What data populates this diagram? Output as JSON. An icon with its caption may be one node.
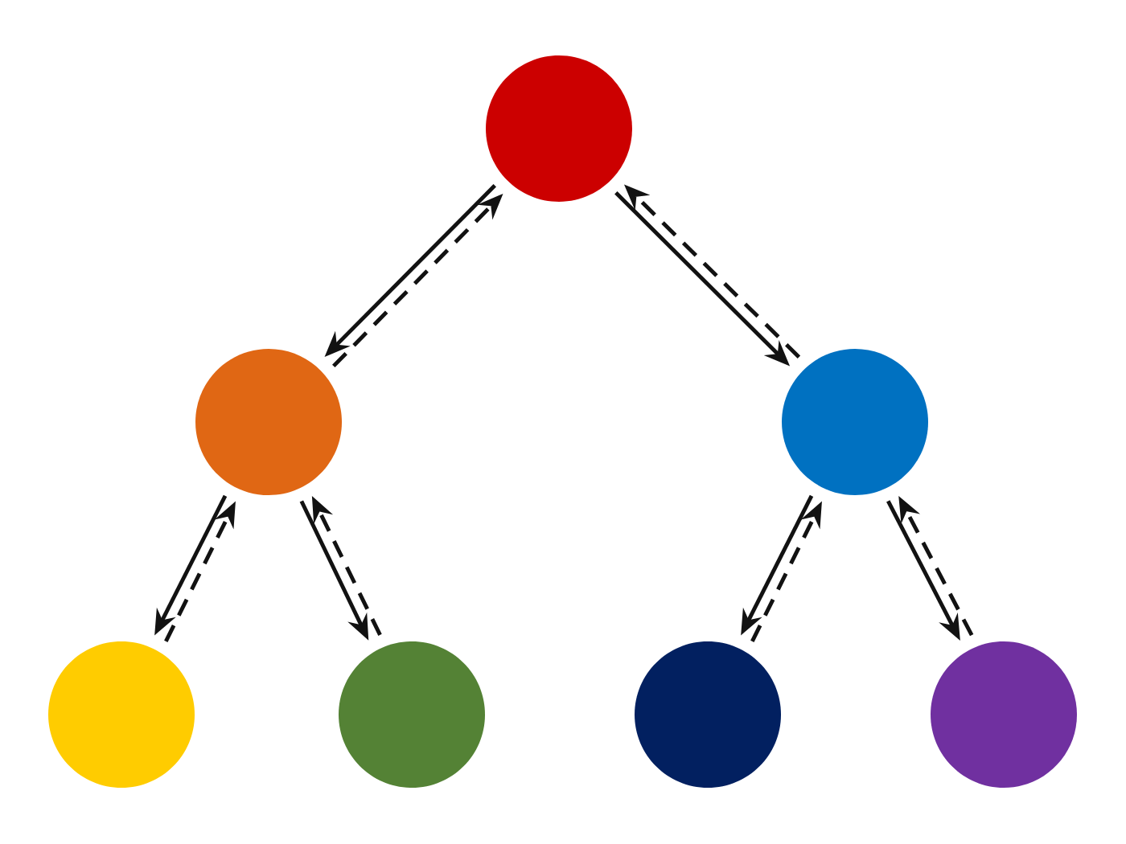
{
  "diagram": {
    "nodes": [
      {
        "text": [],
        "shape": "circle"
      },
      {
        "text": [],
        "shape": "circle"
      },
      {
        "text": [],
        "shape": "circle"
      },
      {
        "text": [],
        "shape": "circle"
      },
      {
        "text": [],
        "shape": "circle"
      },
      {
        "text": [],
        "shape": "circle"
      },
      {
        "text": [],
        "shape": "circle"
      }
    ],
    "edges": [
      {
        "from": 0,
        "to": 1,
        "arrow": "to"
      },
      {
        "from": 1,
        "to": 0,
        "arrow": "to",
        "style": "dashed"
      },
      {
        "from": 0,
        "to": 2,
        "arrow": "to"
      },
      {
        "from": 2,
        "to": 0,
        "arrow": "to",
        "style": "dashed"
      },
      {
        "from": 1,
        "to": 3,
        "arrow": "to"
      },
      {
        "from": 3,
        "to": 1,
        "arrow": "to",
        "style": "dashed"
      },
      {
        "from": 1,
        "to": 4,
        "arrow": "to"
      },
      {
        "from": 4,
        "to": 1,
        "arrow": "to",
        "style": "dashed"
      },
      {
        "from": 2,
        "to": 5,
        "arrow": "to"
      },
      {
        "from": 5,
        "to": 2,
        "arrow": "to",
        "style": "dashed"
      },
      {
        "from": 2,
        "to": 6,
        "arrow": "to"
      },
      {
        "from": 6,
        "to": 2,
        "arrow": "to",
        "style": "dashed"
      }
    ]
  }
}
